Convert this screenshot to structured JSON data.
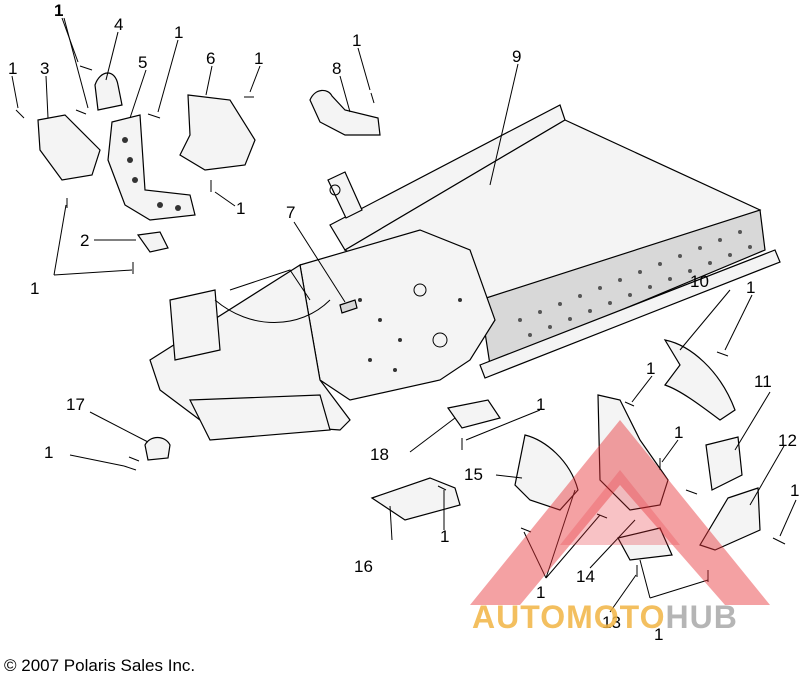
{
  "callouts": {
    "c1": "1",
    "c2": "2",
    "c3": "3",
    "c4": "4",
    "c5": "5",
    "c6": "6",
    "c7": "7",
    "c8": "8",
    "c9": "9",
    "c10": "10",
    "c11": "11",
    "c12": "12",
    "c13": "13",
    "c14": "14",
    "c15": "15",
    "c16": "16",
    "c17": "17",
    "c18": "18"
  },
  "watermark": {
    "part1": "AUTOMOTO",
    "part2": "HUB",
    "accent": "#e8343b",
    "amber": "#f2b544",
    "grey": "#a9a9a9"
  },
  "copyright": "© 2007 Polaris Sales Inc."
}
